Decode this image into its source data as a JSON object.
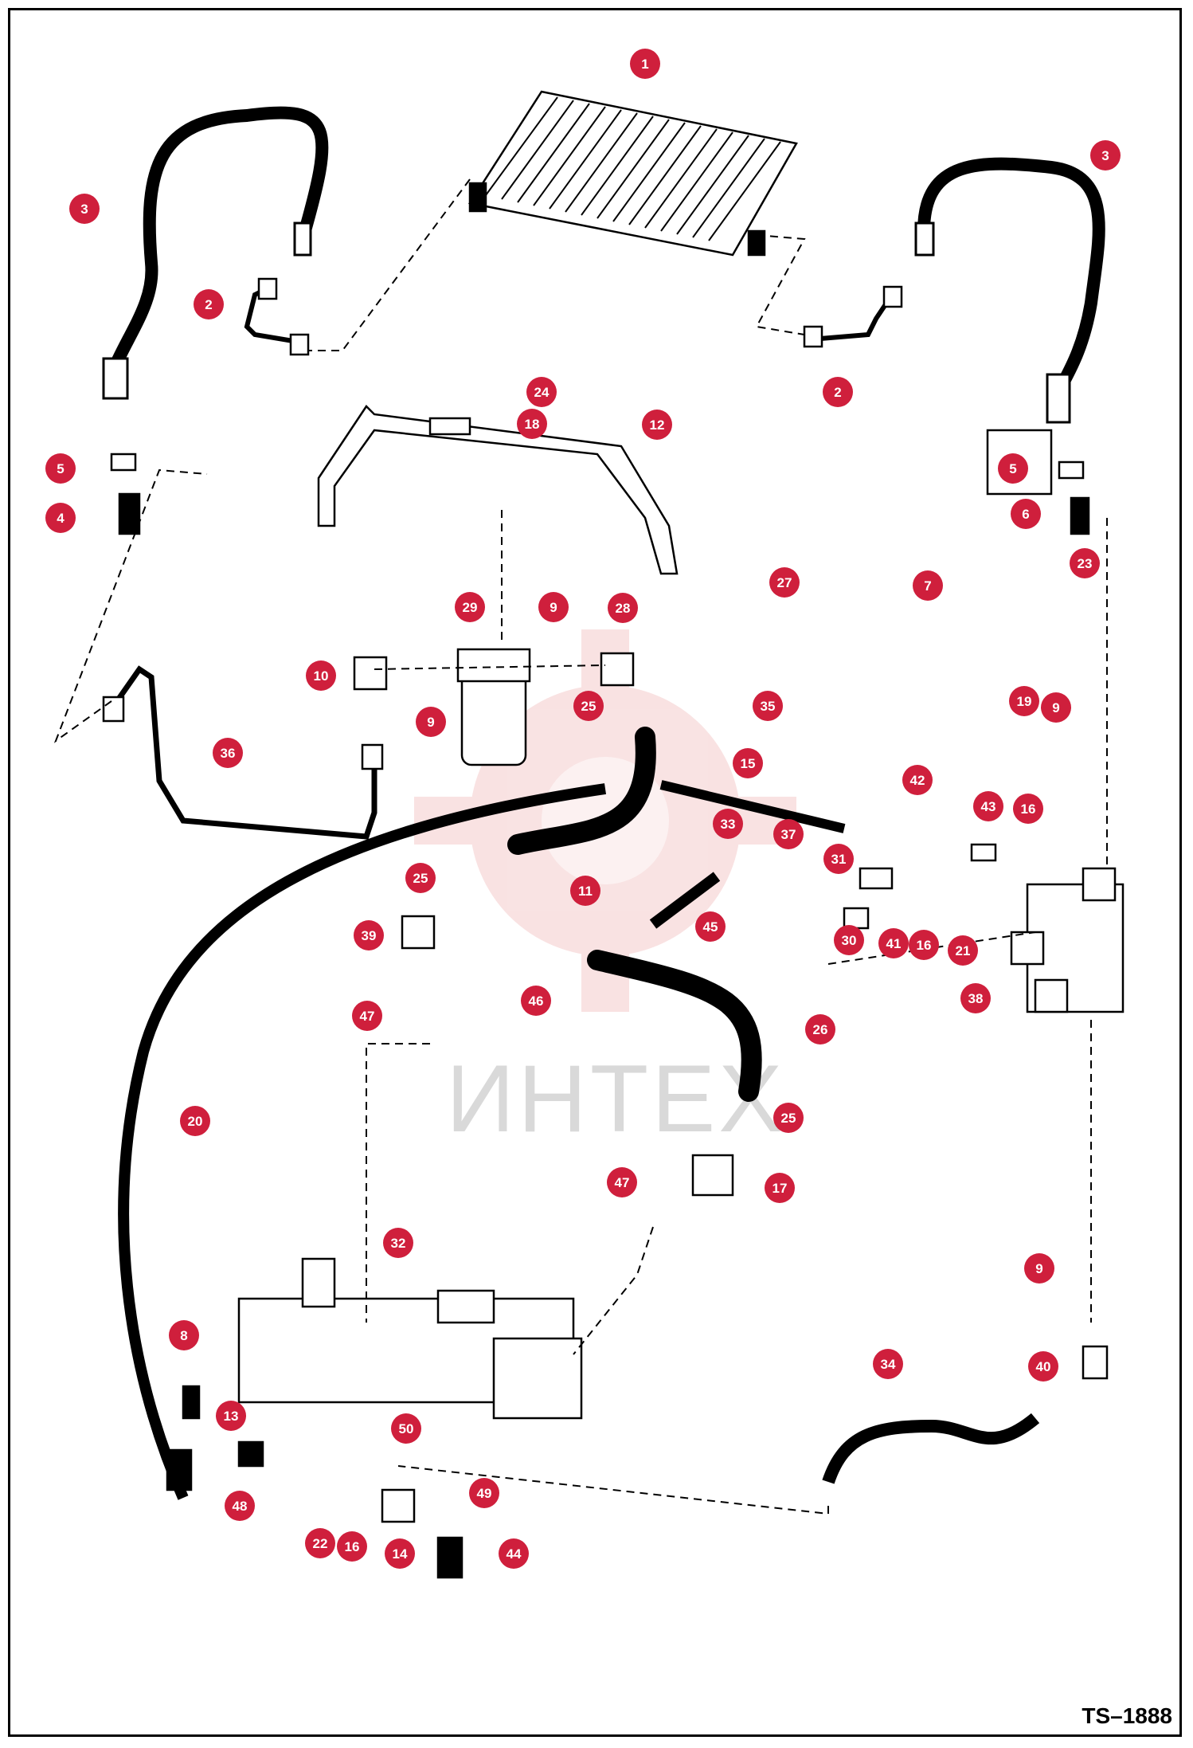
{
  "document_code": "TS–1888",
  "watermark": {
    "text": "ИНТЕХ"
  },
  "colors": {
    "callout": "#cf1f3c",
    "line": "#000000",
    "watermark": "#f2c0c0",
    "watermark_text": "#d9d9d9"
  },
  "callouts": [
    "1",
    "3",
    "3",
    "2",
    "2",
    "24",
    "18",
    "12",
    "5",
    "5",
    "4",
    "6",
    "23",
    "7",
    "27",
    "29",
    "9",
    "28",
    "10",
    "9",
    "25",
    "35",
    "19",
    "9",
    "36",
    "15",
    "42",
    "43",
    "16",
    "33",
    "37",
    "31",
    "25",
    "11",
    "45",
    "30",
    "41",
    "16",
    "21",
    "39",
    "46",
    "38",
    "47",
    "26",
    "20",
    "25",
    "47",
    "17",
    "32",
    "9",
    "8",
    "40",
    "34",
    "13",
    "50",
    "49",
    "48",
    "22",
    "16",
    "14",
    "44"
  ]
}
